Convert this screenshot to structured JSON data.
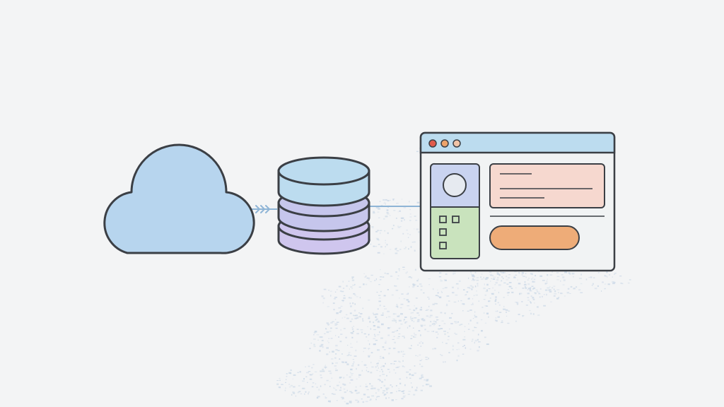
{
  "colors": {
    "background": "#f3f4f5",
    "outline": "#3b3f45",
    "cloud_fill": "#b7d5ee",
    "db_top_fill": "#bcdcef",
    "db_mid_fill": "#c6c6ec",
    "db_bottom_fill": "#cfc6ee",
    "connector": "#8fb5d6",
    "window_titlebar": "#bcdcef",
    "window_body": "#f1f3f4",
    "dot_red": "#e05a4c",
    "dot_orange": "#eda36a",
    "dot_peach": "#f0c3a6",
    "profile_fill": "#c9d3f0",
    "list_fill": "#c9e3bd",
    "content_card_fill": "#f6d8cf",
    "action_button_fill": "#eeac78",
    "speckle": "#c9d7e6"
  },
  "icons": {
    "cloud": "cloud-icon",
    "database": "database-icon",
    "browser": "browser-window-icon",
    "avatar": "avatar-icon",
    "checkbox": "checkbox-icon",
    "connector": "chevron-arrows-icon"
  },
  "diagram": {
    "nodes": [
      "cloud",
      "database",
      "browser-window"
    ],
    "edges": [
      {
        "from": "cloud",
        "to": "database"
      },
      {
        "from": "database",
        "to": "browser-window"
      }
    ],
    "browser_window": {
      "titlebar_dots": 3,
      "sidebar_checkbox_count": 4,
      "text_line_count": 3
    }
  }
}
